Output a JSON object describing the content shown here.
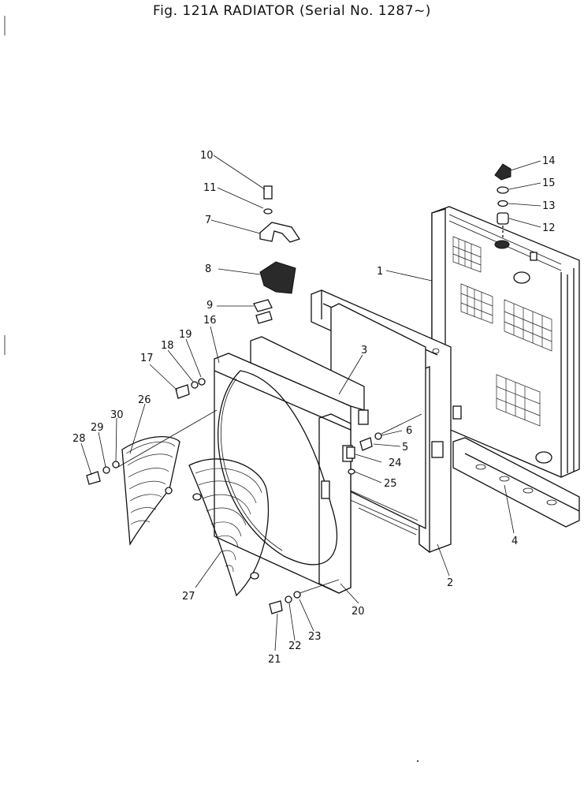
{
  "title": "Fig. 121A RADIATOR (Serial No. 1287~)",
  "callouts": [
    "1",
    "2",
    "3",
    "4",
    "5",
    "6",
    "7",
    "8",
    "9",
    "10",
    "11",
    "12",
    "13",
    "14",
    "15",
    "16",
    "17",
    "18",
    "19",
    "20",
    "21",
    "22",
    "23",
    "24",
    "25",
    "26",
    "27",
    "28",
    "29",
    "30"
  ]
}
